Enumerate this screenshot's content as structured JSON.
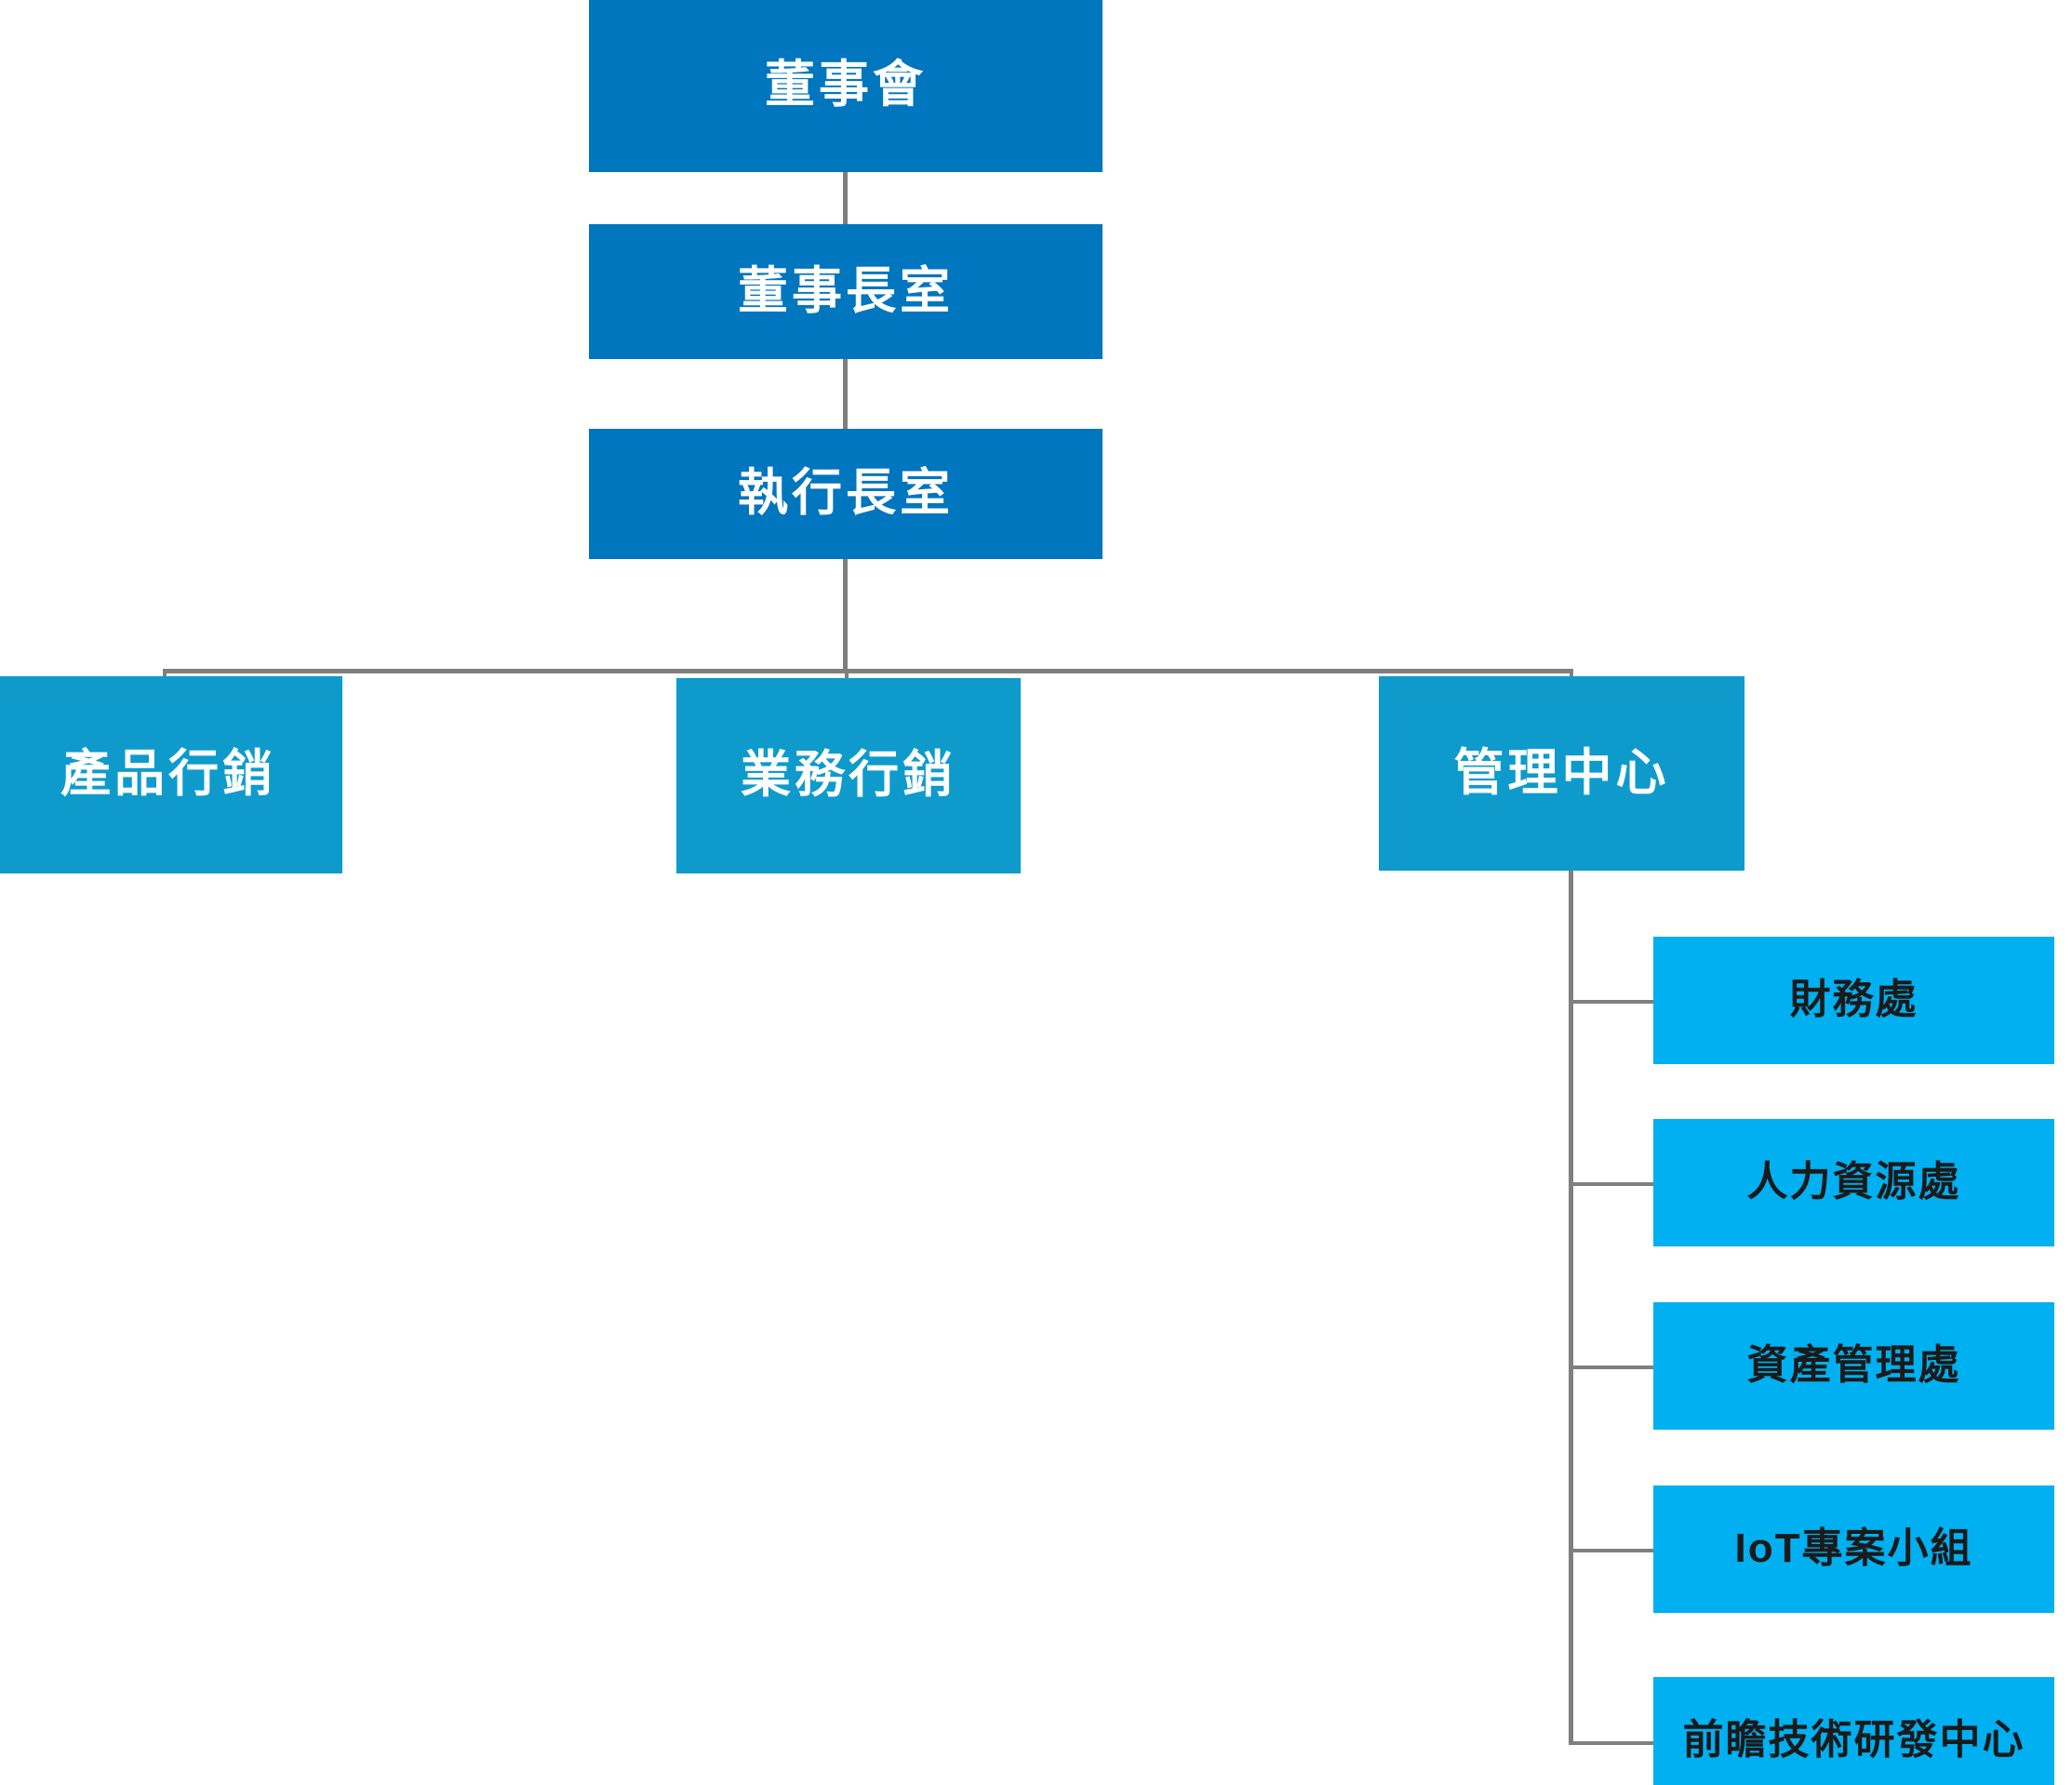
{
  "chart": {
    "type": "org-chart",
    "title": "",
    "orientation": "top-down with right-side vertical branch",
    "background_color": "#FFFFFF",
    "connector_color": "#7F7F7F",
    "tiers": [
      {
        "name": "executive",
        "fill_color": "#0076BE",
        "text_color": "#FFFFFF"
      },
      {
        "name": "division",
        "fill_color": "#0E9BCC",
        "text_color": "#FFFFFF"
      },
      {
        "name": "department",
        "fill_color": "#00B0F0",
        "text_color": "#1A1A1A"
      }
    ]
  },
  "nodes": {
    "board": {
      "label": "董事會",
      "tier": "executive",
      "level": 1
    },
    "chairman_office": {
      "label": "董事長室",
      "tier": "executive",
      "level": 2
    },
    "ceo_office": {
      "label": "執行長室",
      "tier": "executive",
      "level": 3
    },
    "product_marketing": {
      "label": "產品行銷",
      "tier": "division",
      "level": 4
    },
    "business_marketing": {
      "label": "業務行銷",
      "tier": "division",
      "level": 4
    },
    "management_center": {
      "label": "管理中心",
      "tier": "division",
      "level": 4
    },
    "finance": {
      "label": "財務處",
      "tier": "department",
      "level": 5
    },
    "human_resources": {
      "label": "人力資源處",
      "tier": "department",
      "level": 5
    },
    "asset_management": {
      "label": "資產管理處",
      "tier": "department",
      "level": 5
    },
    "iot_project_team": {
      "label": "IoT專案小組",
      "tier": "department",
      "level": 5
    },
    "advanced_rnd_center": {
      "label": "前瞻技術研發中心",
      "tier": "department",
      "level": 5
    }
  },
  "hierarchy": [
    {
      "parent": "board",
      "child": "chairman_office"
    },
    {
      "parent": "chairman_office",
      "child": "ceo_office"
    },
    {
      "parent": "ceo_office",
      "child": "product_marketing"
    },
    {
      "parent": "ceo_office",
      "child": "business_marketing"
    },
    {
      "parent": "ceo_office",
      "child": "management_center"
    },
    {
      "parent": "management_center",
      "child": "finance"
    },
    {
      "parent": "management_center",
      "child": "human_resources"
    },
    {
      "parent": "management_center",
      "child": "asset_management"
    },
    {
      "parent": "management_center",
      "child": "iot_project_team"
    },
    {
      "parent": "management_center",
      "child": "advanced_rnd_center"
    }
  ]
}
